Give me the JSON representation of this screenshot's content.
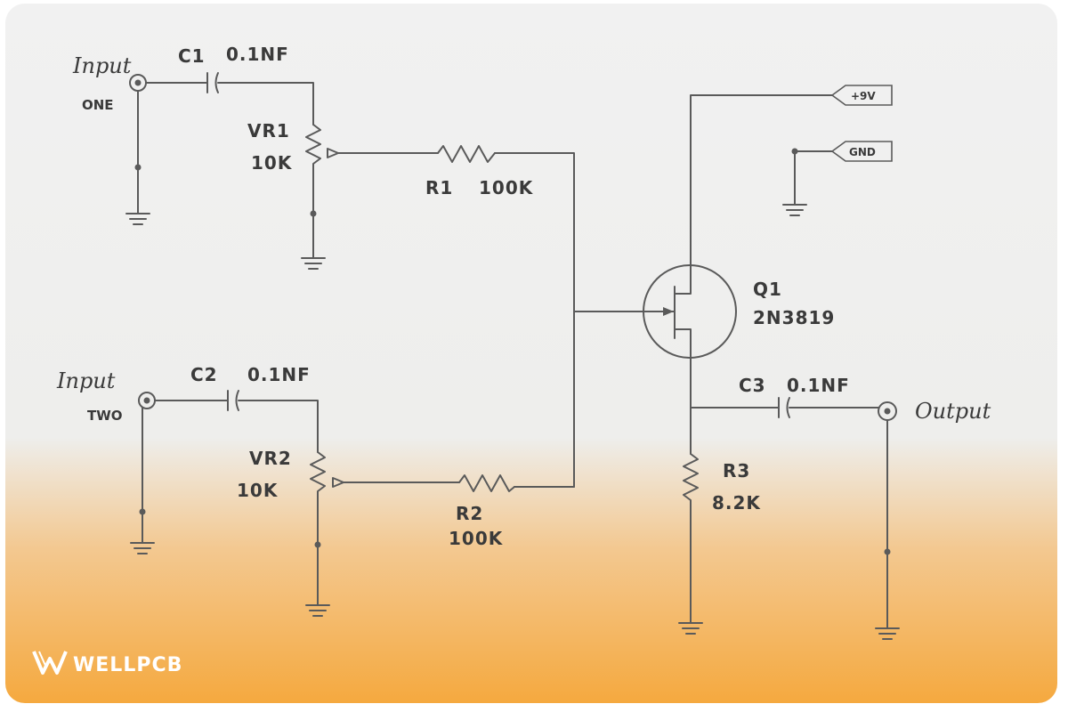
{
  "inputs": {
    "one": {
      "label": "Input",
      "sublabel": "ONE"
    },
    "two": {
      "label": "Input",
      "sublabel": "TWO"
    }
  },
  "output": {
    "label": "Output"
  },
  "components": {
    "c1": {
      "name": "C1",
      "value": "0.1NF"
    },
    "c2": {
      "name": "C2",
      "value": "0.1NF"
    },
    "c3": {
      "name": "C3",
      "value": "0.1NF"
    },
    "vr1": {
      "name": "VR1",
      "value": "10K"
    },
    "vr2": {
      "name": "VR2",
      "value": "10K"
    },
    "r1": {
      "name": "R1",
      "value": "100K"
    },
    "r2": {
      "name": "R2",
      "value": "100K"
    },
    "r3": {
      "name": "R3",
      "value": "8.2K"
    },
    "q1": {
      "name": "Q1",
      "value": "2N3819"
    }
  },
  "supply": {
    "vplus": "+9V",
    "gnd": "GND"
  },
  "logo": {
    "text": "WELLPCB"
  }
}
